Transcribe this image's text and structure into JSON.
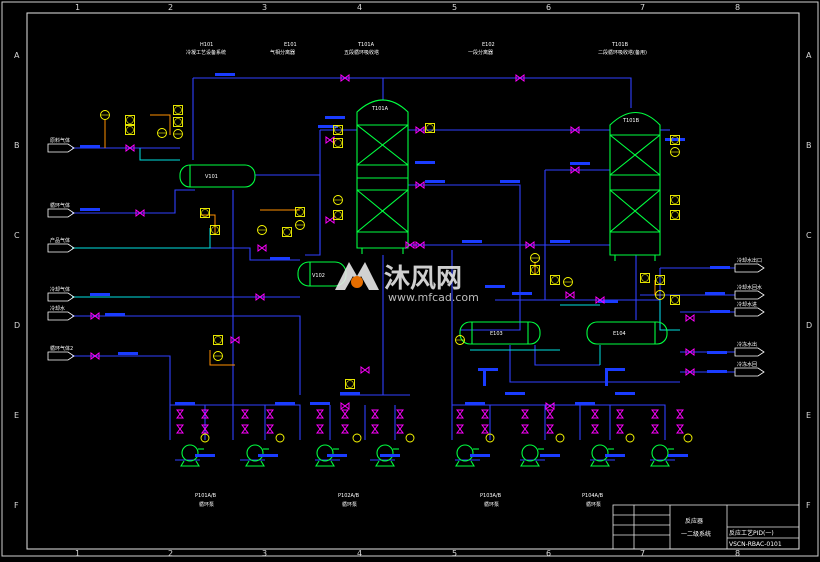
{
  "drawing": {
    "col_numbers": [
      "1",
      "2",
      "3",
      "4",
      "5",
      "6",
      "7",
      "8"
    ],
    "row_letters": [
      "A",
      "B",
      "C",
      "D",
      "E",
      "F"
    ]
  },
  "headers": [
    {
      "code": "H101",
      "text": "冷凝工艺设备系统"
    },
    {
      "code": "E101",
      "text": "气相分离器"
    },
    {
      "code": "T101A",
      "text": "五段循环吸收塔"
    },
    {
      "code": "E102",
      "text": "一段分离器"
    },
    {
      "code": "T101B",
      "text": "二段循环吸收塔(备用)"
    }
  ],
  "tower_tags": [
    "T101A",
    "T101B"
  ],
  "vessel_tags": [
    "V101",
    "V102",
    "E103",
    "E104"
  ],
  "streams_left": [
    "原料气体",
    "循环气体",
    "产品气体",
    "冷却气体",
    "冷却水",
    "循环气体2"
  ],
  "streams_right": [
    "冷却水出口",
    "冷却水回水",
    "冷却水进",
    "冷冻水出",
    "冷冻水回"
  ],
  "pump_tags": [
    {
      "tag": "P101A/B",
      "desc": "循环泵"
    },
    {
      "tag": "P102A/B",
      "desc": "循环泵"
    },
    {
      "tag": "P103A/B",
      "desc": "循环泵"
    },
    {
      "tag": "P104A/B",
      "desc": "循环泵"
    }
  ],
  "title_block": {
    "line1": "反应器",
    "line2": "一二级系统",
    "drawing_title": "反应工艺PID(一)",
    "drawing_no": "VSCN-RBAC-0101"
  },
  "watermark": {
    "brand": "沐风网",
    "url": "www.mfcad.com"
  },
  "colors": {
    "pipe_blue": "#3040ff",
    "pipe_cyan": "#00e0e0",
    "equip_green": "#00ff40",
    "valve_magenta": "#ff00ff",
    "instrument_yellow": "#ffff00",
    "orange": "#ff9000",
    "tag_blue": "#1a3cff"
  }
}
